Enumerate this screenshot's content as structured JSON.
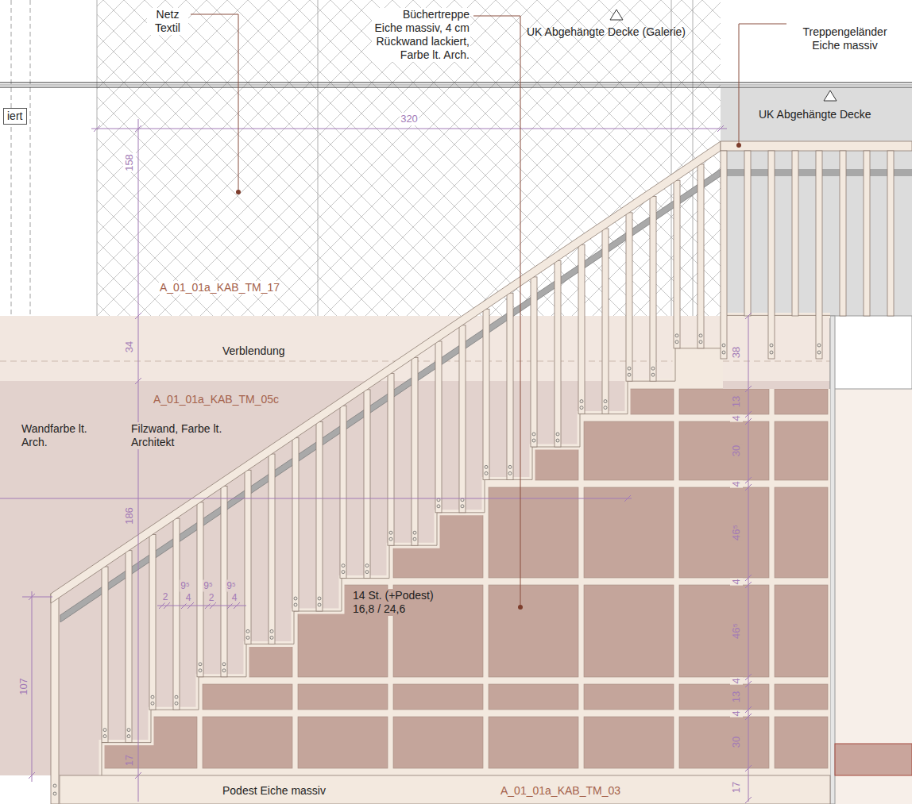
{
  "diagram": {
    "nodes": [
      {
        "text": [
          "iert"
        ]
      },
      {
        "text": [
          "UK Abgehängte Decke"
        ]
      },
      {
        "text": [
          "Verblendung"
        ]
      },
      {
        "text": [
          "Podest Eiche massiv",
          "A_01_01a_KAB_TM_03"
        ]
      }
    ],
    "labels": [
      "Netz Textil",
      "Büchertreppe Eiche massiv, 4 cm Rückwand lackiert, Farbe lt. Arch.",
      "UK Abgehängte Decke (Galerie)",
      "Treppengeländer Eiche massiv",
      "320",
      "158",
      "A_01_01a_KAB_TM_17",
      "34",
      "A_01_01a_KAB_TM_05c",
      "Wandfarbe lt. Arch.",
      "Filzwand, Farbe lt. Architekt",
      "186",
      "2",
      "9⁵",
      "4",
      "9⁵",
      "2",
      "9⁵",
      "4",
      "14 St. (+Podest) 16,8 / 24,6",
      "107",
      "17",
      "38",
      "13",
      "4",
      "30",
      "4",
      "46⁵",
      "4",
      "46⁵",
      "4",
      "13",
      "4",
      "30",
      "17"
    ]
  }
}
